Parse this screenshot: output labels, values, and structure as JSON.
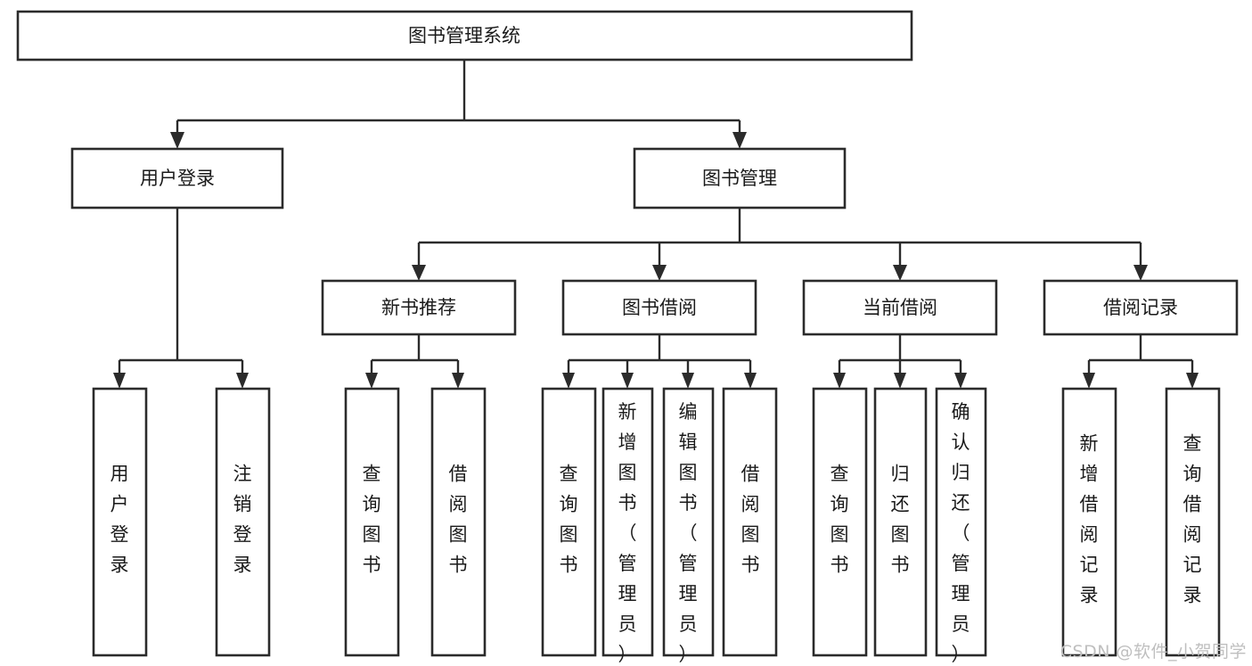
{
  "diagram": {
    "type": "tree-hierarchy-chart",
    "root": {
      "id": "root",
      "label": "图书管理系统"
    },
    "level2": [
      {
        "id": "user-login",
        "label": "用户登录"
      },
      {
        "id": "book-manage",
        "label": "图书管理"
      }
    ],
    "level3": [
      {
        "id": "new-book-rec",
        "label": "新书推荐",
        "parent": "book-manage"
      },
      {
        "id": "book-borrow",
        "label": "图书借阅",
        "parent": "book-manage"
      },
      {
        "id": "current-borrow",
        "label": "当前借阅",
        "parent": "book-manage"
      },
      {
        "id": "borrow-record",
        "label": "借阅记录",
        "parent": "book-manage"
      }
    ],
    "leaves": {
      "user-login": [
        {
          "id": "leaf-user-login",
          "label": "用户登录"
        },
        {
          "id": "leaf-logout",
          "label": "注销登录"
        }
      ],
      "new-book-rec": [
        {
          "id": "leaf-query-book-1",
          "label": "查询图书"
        },
        {
          "id": "leaf-borrow-book-1",
          "label": "借阅图书"
        }
      ],
      "book-borrow": [
        {
          "id": "leaf-query-book-2",
          "label": "查询图书"
        },
        {
          "id": "leaf-add-book",
          "label": "新增图书（管理员）"
        },
        {
          "id": "leaf-edit-book",
          "label": "编辑图书（管理员）"
        },
        {
          "id": "leaf-borrow-book-2",
          "label": "借阅图书"
        }
      ],
      "current-borrow": [
        {
          "id": "leaf-query-book-3",
          "label": "查询图书"
        },
        {
          "id": "leaf-return-book",
          "label": "归还图书"
        },
        {
          "id": "leaf-confirm-return",
          "label": "确认归还（管理员）"
        }
      ],
      "borrow-record": [
        {
          "id": "leaf-add-record",
          "label": "新增借阅记录"
        },
        {
          "id": "leaf-query-record",
          "label": "查询借阅记录"
        }
      ]
    }
  },
  "watermark": {
    "text": "CSDN @软件_小贺同学"
  },
  "colors": {
    "box_stroke": "#2b2b2b",
    "box_fill": "#ffffff",
    "text": "#1a1a1a",
    "connector": "#2b2b2b",
    "watermark": "#bfbfbf",
    "background": "#ffffff"
  }
}
